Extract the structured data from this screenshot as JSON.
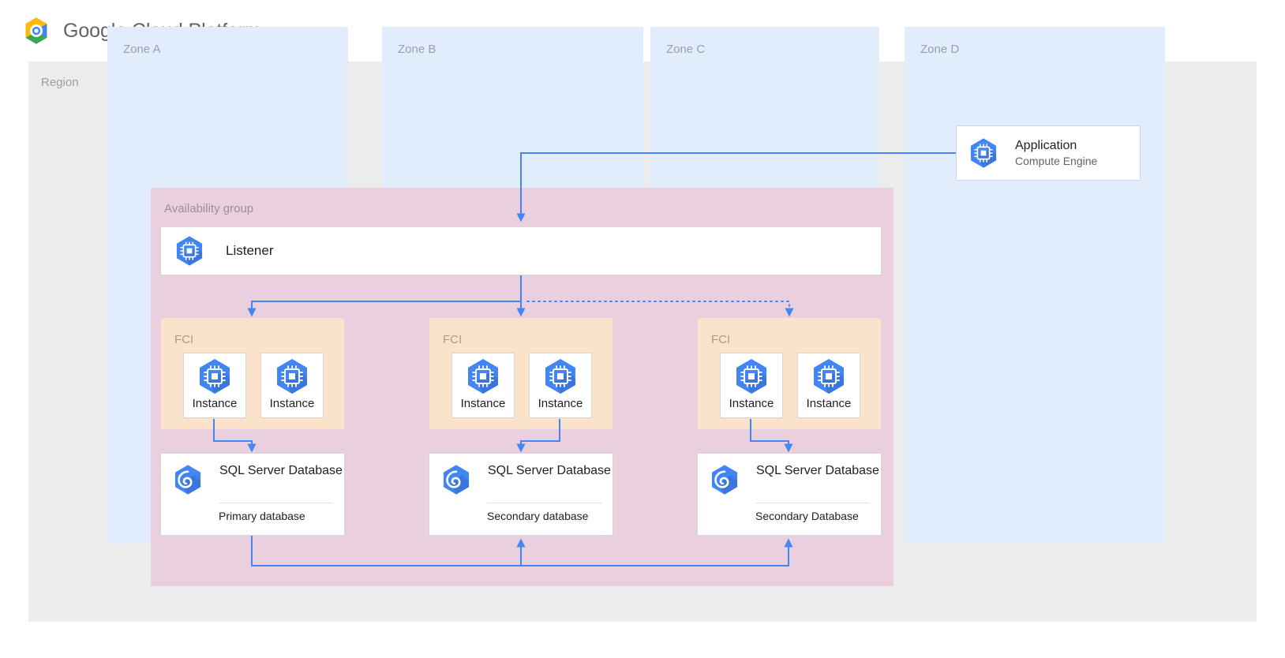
{
  "header": {
    "brand": "Google Cloud Platform",
    "logo_icon": "google-cloud-hexagon-logo"
  },
  "region": {
    "label": "Region"
  },
  "zones": [
    {
      "id": "zone-a",
      "label": "Zone A"
    },
    {
      "id": "zone-b",
      "label": "Zone B"
    },
    {
      "id": "zone-c",
      "label": "Zone C"
    },
    {
      "id": "zone-d",
      "label": "Zone D"
    }
  ],
  "availability_group": {
    "label": "Availability group"
  },
  "application": {
    "title": "Application",
    "subtitle": "Compute Engine",
    "icon": "compute-engine-icon"
  },
  "listener": {
    "label": "Listener",
    "icon": "compute-engine-icon"
  },
  "fci_groups": [
    {
      "id": "fci-a",
      "label": "FCI",
      "instances": [
        {
          "label": "Instance",
          "icon": "compute-engine-icon"
        },
        {
          "label": "Instance",
          "icon": "compute-engine-icon"
        }
      ]
    },
    {
      "id": "fci-b",
      "label": "FCI",
      "instances": [
        {
          "label": "Instance",
          "icon": "compute-engine-icon"
        },
        {
          "label": "Instance",
          "icon": "compute-engine-icon"
        }
      ]
    },
    {
      "id": "fci-c",
      "label": "FCI",
      "instances": [
        {
          "label": "Instance",
          "icon": "compute-engine-icon"
        },
        {
          "label": "Instance",
          "icon": "compute-engine-icon"
        }
      ]
    }
  ],
  "databases": [
    {
      "id": "db-a",
      "title": "SQL Server Database",
      "role": "Primary database",
      "icon": "sql-server-database-icon"
    },
    {
      "id": "db-b",
      "title": "SQL Server Database",
      "role": "Secondary database",
      "icon": "sql-server-database-icon"
    },
    {
      "id": "db-c",
      "title": "SQL Server Database",
      "role": "Secondary Database",
      "icon": "sql-server-database-icon"
    }
  ],
  "colors": {
    "region_bg": "#ececec",
    "zone_bg": "#e1edfd",
    "availability_group_bg": "#eacfde",
    "fci_bg": "#fae3ca",
    "connector": "#4285f4",
    "icon_blue": "#4285f4",
    "card_bg": "#ffffff",
    "label_gray": "#9aa0a6",
    "text_primary": "#202124",
    "text_secondary": "#5f6368"
  }
}
